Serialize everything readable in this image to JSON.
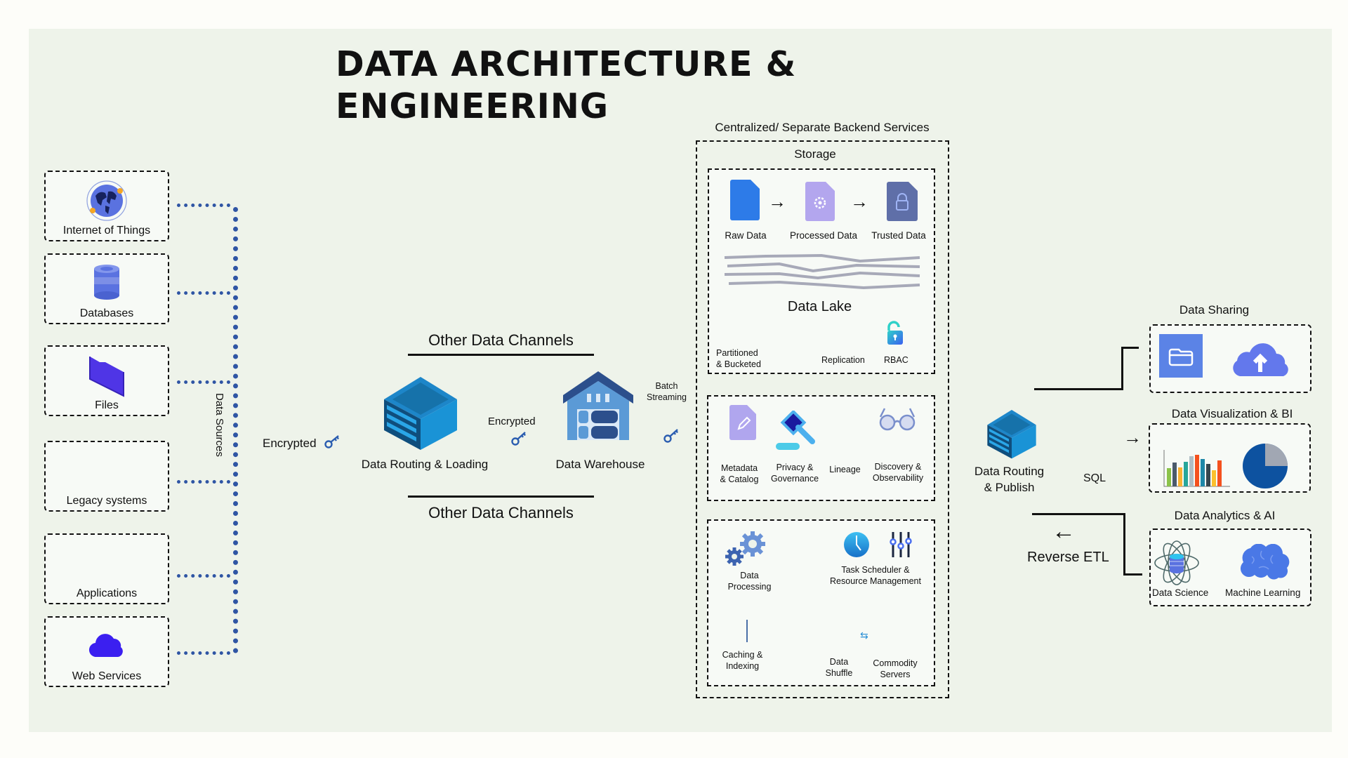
{
  "title": {
    "line1": "DATA ARCHITECTURE &",
    "line2": "ENGINEERING"
  },
  "data_sources": {
    "group_label": "Data Sources",
    "items": [
      {
        "label": "Internet of Things",
        "icon": "globe-icon"
      },
      {
        "label": "Databases",
        "icon": "database-icon"
      },
      {
        "label": "Files",
        "icon": "folder-icon"
      },
      {
        "label": "Legacy systems",
        "icon": ""
      },
      {
        "label": "Applications",
        "icon": ""
      },
      {
        "label": "Web Services",
        "icon": "cloud-icon"
      }
    ]
  },
  "ingest": {
    "encrypted_label_1": "Encrypted",
    "routing_loading_label": "Data Routing & Loading",
    "encrypted_label_2": "Encrypted",
    "warehouse_label": "Data Warehouse",
    "batch_streaming_label": "Batch\nStreaming",
    "other_channels_top": "Other Data Channels",
    "other_channels_bottom": "Other Data Channels"
  },
  "backend": {
    "title": "Centralized/ Separate Backend Services",
    "storage": {
      "title": "Storage",
      "stages": [
        "Raw Data",
        "Processed Data",
        "Trusted Data"
      ],
      "lake_label": "Data Lake",
      "features": [
        "Partitioned\n& Bucketed",
        "Replication",
        "RBAC"
      ]
    },
    "governance": {
      "items": [
        "Metadata\n& Catalog",
        "Privacy &\nGovernance",
        "Lineage",
        "Discovery &\nObservability"
      ]
    },
    "compute": {
      "items": [
        "Data\nProcessing",
        "Task Scheduler &\nResource Management",
        "Caching &\nIndexing",
        "Data\nShuffle",
        "Commodity\nServers"
      ]
    }
  },
  "serving": {
    "routing_publish_label": "Data Routing\n& Publish",
    "sql_label": "SQL",
    "reverse_etl_label": "Reverse ETL"
  },
  "consumers": [
    {
      "title": "Data Sharing",
      "items": []
    },
    {
      "title": "Data Visualization & BI",
      "items": []
    },
    {
      "title": "Data Analytics & AI",
      "items": [
        "Data Science",
        "Machine Learning"
      ]
    }
  ],
  "colors": {
    "connector_dots": "#2f55a4",
    "accent_blue": "#1e88e5",
    "panel_bg": "#eef3ea"
  }
}
